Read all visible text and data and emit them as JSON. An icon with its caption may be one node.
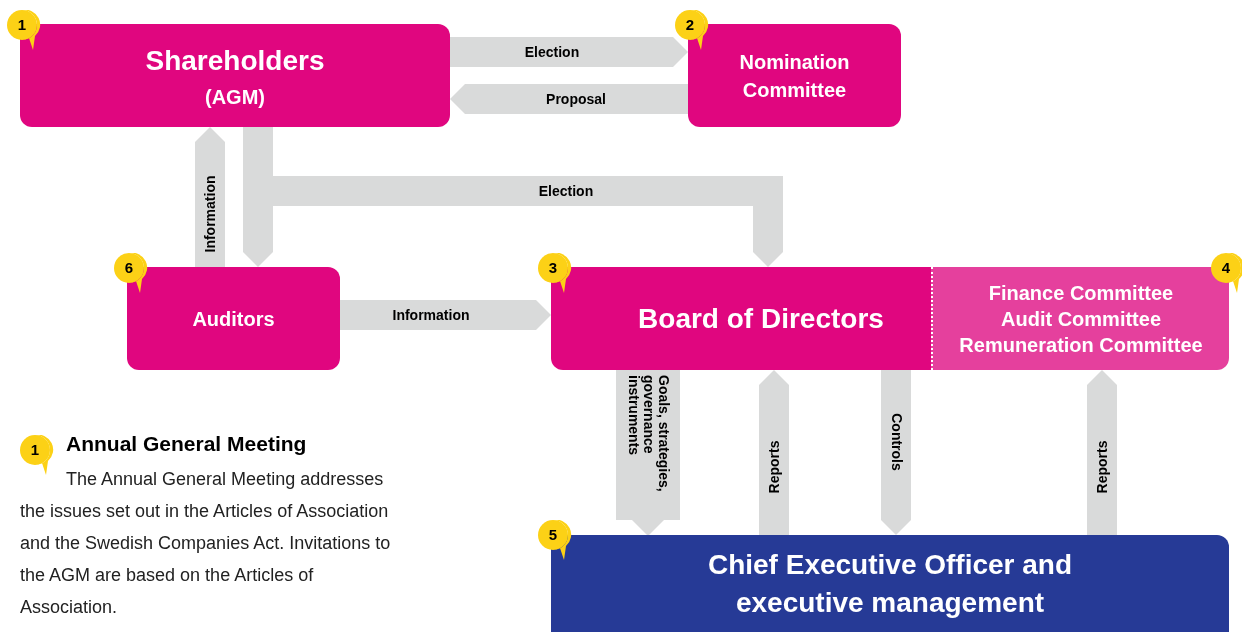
{
  "diagram": {
    "nodes": [
      {
        "text": [
          "Shareholders",
          "(AGM)"
        ]
      },
      {
        "text": [
          "Nomination Committee"
        ]
      },
      {
        "text": [
          "Auditors"
        ]
      },
      {
        "text": [
          "Board of Directors"
        ]
      },
      {
        "text": [
          "Finance Committee",
          "Audit Committee",
          "Remuneration Committee"
        ]
      },
      {
        "text": [
          "Chief Executive Officer and executive management"
        ]
      }
    ],
    "edges": [
      {
        "from": 0,
        "to": 1,
        "arrow": "to",
        "label": "Election"
      },
      {
        "from": 1,
        "to": 0,
        "arrow": "to",
        "label": "Proposal"
      },
      {
        "from": 0,
        "to": 3,
        "arrow": "to",
        "label": "Election"
      },
      {
        "from": 0,
        "to": 2,
        "arrow": "to"
      },
      {
        "from": 2,
        "to": 0,
        "arrow": "to",
        "label": "Information"
      },
      {
        "from": 2,
        "to": 3,
        "arrow": "to",
        "label": "Information"
      },
      {
        "from": 3,
        "to": 5,
        "arrow": "to",
        "label": "Goals, strategies, governance instruments",
        "style": "thick"
      },
      {
        "from": 5,
        "to": 3,
        "arrow": "to",
        "label": "Reports"
      },
      {
        "from": 3,
        "to": 5,
        "arrow": "to",
        "label": "Controls"
      },
      {
        "from": 5,
        "to": 4,
        "arrow": "to",
        "label": "Reports"
      }
    ],
    "labels": [
      "1",
      "2",
      "6",
      "3",
      "4",
      "5",
      "1",
      "Annual General Meeting",
      "The Annual General Meeting addresses the issues set out in the Articles of Association and the Swedish Companies Act. Invitations to the AGM are based on the Articles of Association."
    ]
  }
}
